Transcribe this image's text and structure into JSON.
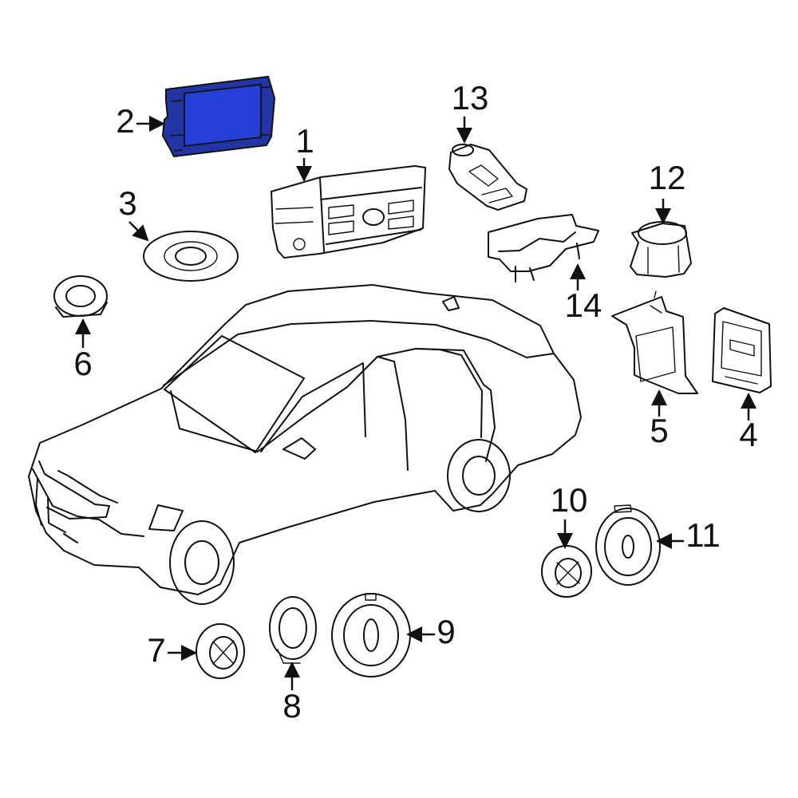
{
  "diagram": {
    "highlight_color": "#2334a5",
    "line_color": "#111111",
    "background_color": "#ffffff",
    "callouts": {
      "c1": "1",
      "c2": "2",
      "c3": "3",
      "c4": "4",
      "c5": "5",
      "c6": "6",
      "c7": "7",
      "c8": "8",
      "c9": "9",
      "c10": "10",
      "c11": "11",
      "c12": "12",
      "c13": "13",
      "c14": "14"
    }
  }
}
